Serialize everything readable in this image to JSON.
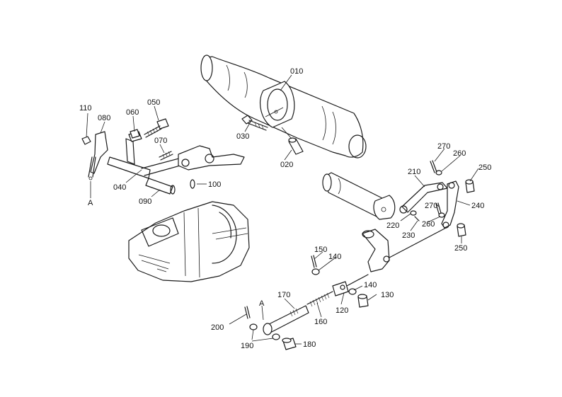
{
  "labels": {
    "p010": "010",
    "p020": "020",
    "p030": "030",
    "p040": "040",
    "p050": "050",
    "p060": "060",
    "p070": "070",
    "p080": "080",
    "p090": "090",
    "p100": "100",
    "p110": "110",
    "p120": "120",
    "p130": "130",
    "p140a": "140",
    "p140b": "140",
    "p150": "150",
    "p160": "160",
    "p170": "170",
    "p180": "180",
    "p190": "190",
    "p200": "200",
    "p210": "210",
    "p220": "220",
    "p230": "230",
    "p240": "240",
    "p250a": "250",
    "p250b": "250",
    "p260a": "260",
    "p260b": "260",
    "p270a": "270",
    "p270b": "270",
    "refA1": "A",
    "refA2": "A"
  }
}
